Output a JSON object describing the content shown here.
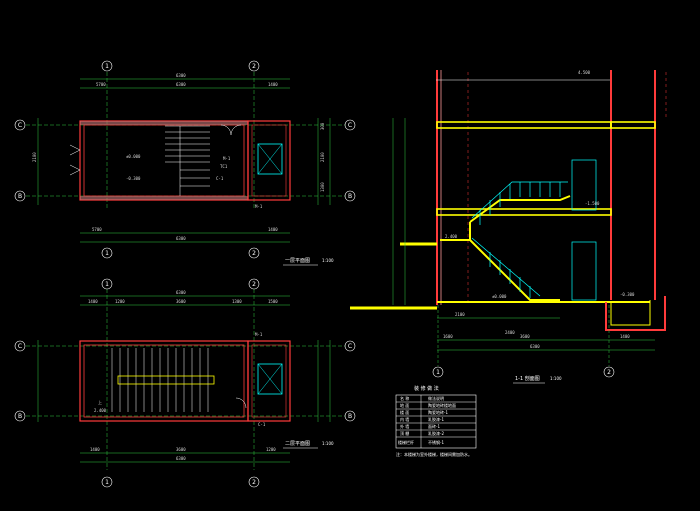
{
  "colors": {
    "background": "#000000",
    "wall": "#ff3b3b",
    "wall_fill": "#c87878",
    "dimension": "#2ecc40",
    "cyan": "#00ffff",
    "yellow": "#ffff00",
    "white": "#ffffff",
    "magenta": "#ff00ff"
  },
  "axes": {
    "one": "1",
    "two": "2",
    "c": "C",
    "b": "B"
  },
  "plan1": {
    "top_dims": [
      "5700",
      "6300",
      "1400"
    ],
    "total_dim": "6300",
    "bottom_dims": [
      "5700",
      "1400"
    ],
    "bottom_total": "6300",
    "left_dims": [
      "2100"
    ],
    "right_dims": [
      "300",
      "2100",
      "1300"
    ],
    "level": "±0.000",
    "level2": "-0.300",
    "door1": "M-1",
    "door2": "M-1",
    "window": "C-1",
    "tag1": "TC1",
    "title": "一层平面图",
    "scale": "1:100"
  },
  "plan2": {
    "top_dims": [
      "1400",
      "1200",
      "3600",
      "1300",
      "1500"
    ],
    "total_dim": "6300",
    "bottom_dims": [
      "1400",
      "3600",
      "1200"
    ],
    "bottom_total": "6300",
    "stair_label": "上",
    "level": "2.400",
    "door": "M-1",
    "window": "C-1",
    "title": "二层平面图",
    "scale": "1:100"
  },
  "section": {
    "top_level": "4.500",
    "level_mid": "2.400",
    "level_low": "±0.000",
    "level_ground": "-0.300",
    "level_pit": "-1.500",
    "bottom_dims": [
      "1600",
      "3600",
      "1400"
    ],
    "total": "6300",
    "bottom_dims2": [
      "2100",
      "2400"
    ],
    "title": "1-1 剖面图",
    "scale": "1:100"
  },
  "table": {
    "title": "装 修 做 法",
    "headers": [
      "名 称",
      "做法说明"
    ],
    "rows": [
      [
        "地 面",
        "陶瓷地砖楼地面"
      ],
      [
        "楼 面",
        "陶瓷地砖-1"
      ],
      [
        "内 墙",
        "乳胶漆-1"
      ],
      [
        "外 墙",
        "面砖-1"
      ],
      [
        "顶 棚",
        "乳胶漆-2"
      ],
      [
        "楼梯栏杆",
        "不锈钢-1"
      ]
    ],
    "note": "注：本楼梯为室外楼梯，楼梯间需加防水。"
  }
}
